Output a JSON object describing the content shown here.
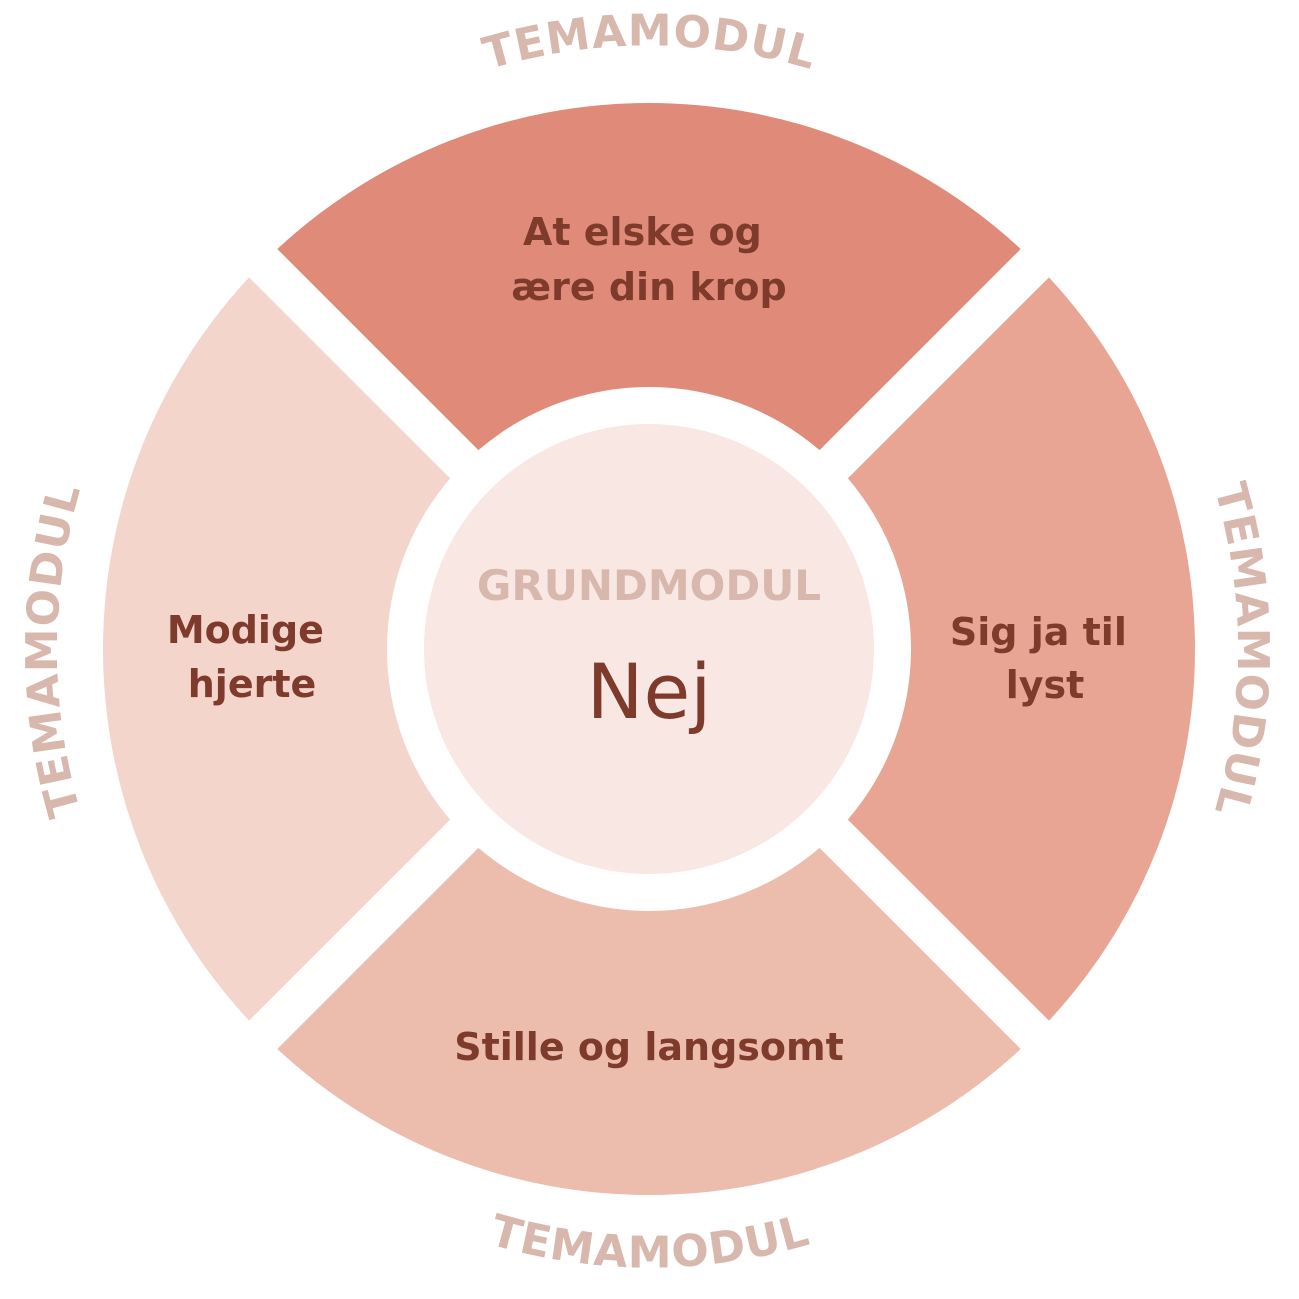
{
  "colors": {
    "background": "#ffffff",
    "segment_top": "#e08b79",
    "segment_right": "#e8a593",
    "segment_bottom": "#ecbcad",
    "segment_left": "#f4d5cb",
    "center_fill": "#f8e7e2",
    "dark_text": "#7e3b2c",
    "muted_text": "#d8b7ad"
  },
  "center": {
    "subtitle": "GRUNDMODUL",
    "title": "Nej"
  },
  "segments": [
    {
      "id": "top",
      "lines": [
        "At elske og",
        "ære din krop"
      ],
      "ring_label": "TEMAMODUL"
    },
    {
      "id": "right",
      "lines": [
        "Sig ja til",
        "lyst"
      ],
      "ring_label": "TEMAMODUL"
    },
    {
      "id": "bottom",
      "lines": [
        "Stille og langsomt"
      ],
      "ring_label": "TEMAMODUL"
    },
    {
      "id": "left",
      "lines": [
        "Modige",
        "hjerte"
      ],
      "ring_label": "TEMAMODUL"
    }
  ]
}
